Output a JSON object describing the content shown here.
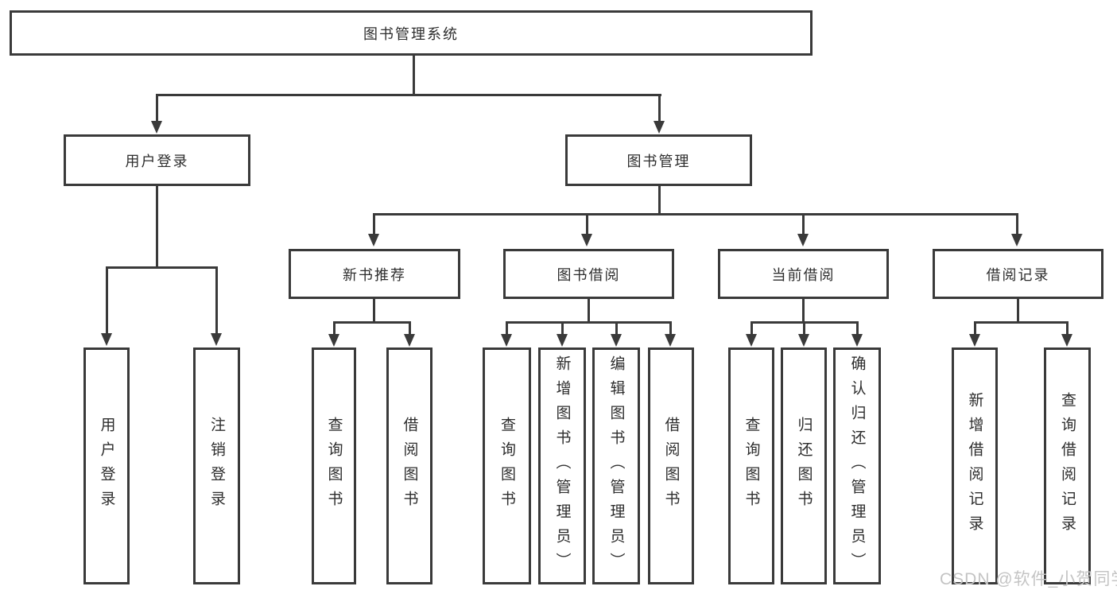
{
  "diagram": {
    "root": {
      "label": "图书管理系统"
    },
    "level2": [
      {
        "id": "user-login",
        "label": "用户登录"
      },
      {
        "id": "book-management",
        "label": "图书管理"
      }
    ],
    "level3": [
      {
        "id": "new-book-recommend",
        "label": "新书推荐",
        "parent": "图书管理"
      },
      {
        "id": "book-borrowing",
        "label": "图书借阅",
        "parent": "图书管理"
      },
      {
        "id": "current-borrowing",
        "label": "当前借阅",
        "parent": "图书管理"
      },
      {
        "id": "borrow-records",
        "label": "借阅记录",
        "parent": "图书管理"
      }
    ],
    "leaves": [
      {
        "label": "用户登录",
        "parent": "用户登录"
      },
      {
        "label": "注销登录",
        "parent": "用户登录"
      },
      {
        "label": "查询图书",
        "parent": "新书推荐"
      },
      {
        "label": "借阅图书",
        "parent": "新书推荐"
      },
      {
        "label": "查询图书",
        "parent": "图书借阅"
      },
      {
        "label": "新增图书（管理员）",
        "parent": "图书借阅"
      },
      {
        "label": "编辑图书（管理员）",
        "parent": "图书借阅"
      },
      {
        "label": "借阅图书",
        "parent": "图书借阅"
      },
      {
        "label": "查询图书",
        "parent": "当前借阅"
      },
      {
        "label": "归还图书",
        "parent": "当前借阅"
      },
      {
        "label": "确认归还（管理员）",
        "parent": "当前借阅"
      },
      {
        "label": "新增借阅记录",
        "parent": "借阅记录"
      },
      {
        "label": "查询借阅记录",
        "parent": "借阅记录"
      }
    ]
  },
  "watermark": {
    "text": "CSDN @软件_小贺同学"
  },
  "colors": {
    "line": "#3a3a3a",
    "text": "#2d2d2d",
    "background": "#ffffff",
    "watermark": "#c4c4c4"
  }
}
